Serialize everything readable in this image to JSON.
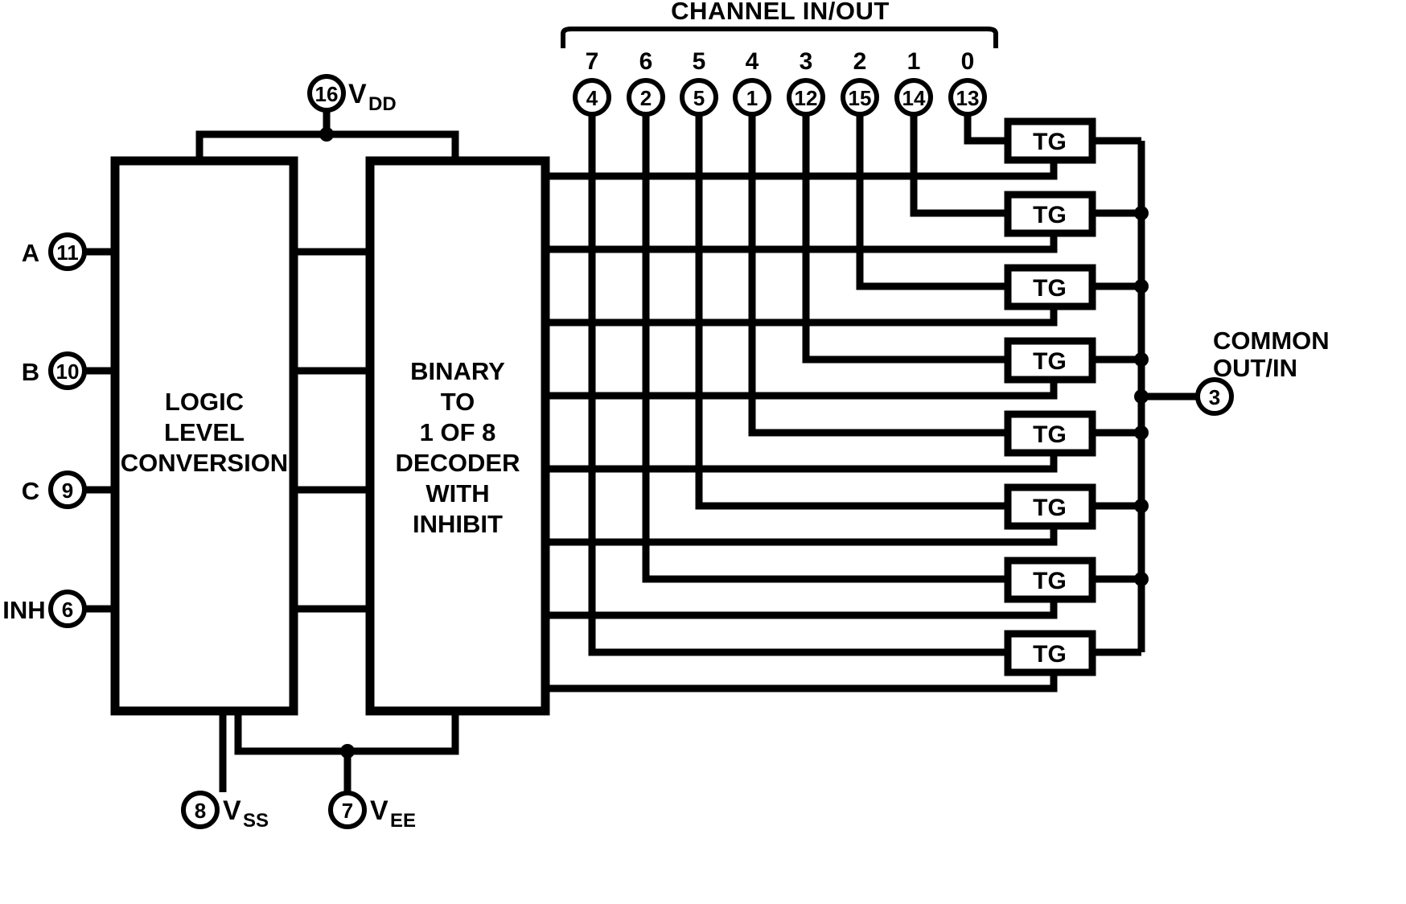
{
  "diagram": {
    "title": "CHANNEL IN/OUT",
    "blocks": [
      {
        "id": "logic-level-conversion",
        "lines": [
          "LOGIC",
          "LEVEL",
          "CONVERSION"
        ]
      },
      {
        "id": "binary-decoder",
        "lines": [
          "BINARY",
          "TO",
          "1 OF 8",
          "DECODER",
          "WITH",
          "INHIBIT"
        ]
      }
    ],
    "transmission_gates": [
      {
        "label": "TG",
        "channel": "0",
        "pin": "13"
      },
      {
        "label": "TG",
        "channel": "1",
        "pin": "14"
      },
      {
        "label": "TG",
        "channel": "2",
        "pin": "15"
      },
      {
        "label": "TG",
        "channel": "3",
        "pin": "12"
      },
      {
        "label": "TG",
        "channel": "4",
        "pin": "1"
      },
      {
        "label": "TG",
        "channel": "5",
        "pin": "5"
      },
      {
        "label": "TG",
        "channel": "6",
        "pin": "2"
      },
      {
        "label": "TG",
        "channel": "7",
        "pin": "4"
      }
    ],
    "channel_pins": [
      {
        "channel": "7",
        "pin": "4"
      },
      {
        "channel": "6",
        "pin": "2"
      },
      {
        "channel": "5",
        "pin": "5"
      },
      {
        "channel": "4",
        "pin": "1"
      },
      {
        "channel": "3",
        "pin": "12"
      },
      {
        "channel": "2",
        "pin": "15"
      },
      {
        "channel": "1",
        "pin": "14"
      },
      {
        "channel": "0",
        "pin": "13"
      }
    ],
    "input_pins": [
      {
        "label": "A",
        "pin": "11"
      },
      {
        "label": "B",
        "pin": "10"
      },
      {
        "label": "C",
        "pin": "9"
      },
      {
        "label": "INH",
        "pin": "6"
      }
    ],
    "power_pins": [
      {
        "label": "V",
        "sub": "DD",
        "pin": "16"
      },
      {
        "label": "V",
        "sub": "SS",
        "pin": "8"
      },
      {
        "label": "V",
        "sub": "EE",
        "pin": "7"
      }
    ],
    "common_output": {
      "label_line1": "COMMON",
      "label_line2": "OUT/IN",
      "pin": "3"
    },
    "colors": {
      "ink": "#000000",
      "background": "#ffffff"
    }
  }
}
